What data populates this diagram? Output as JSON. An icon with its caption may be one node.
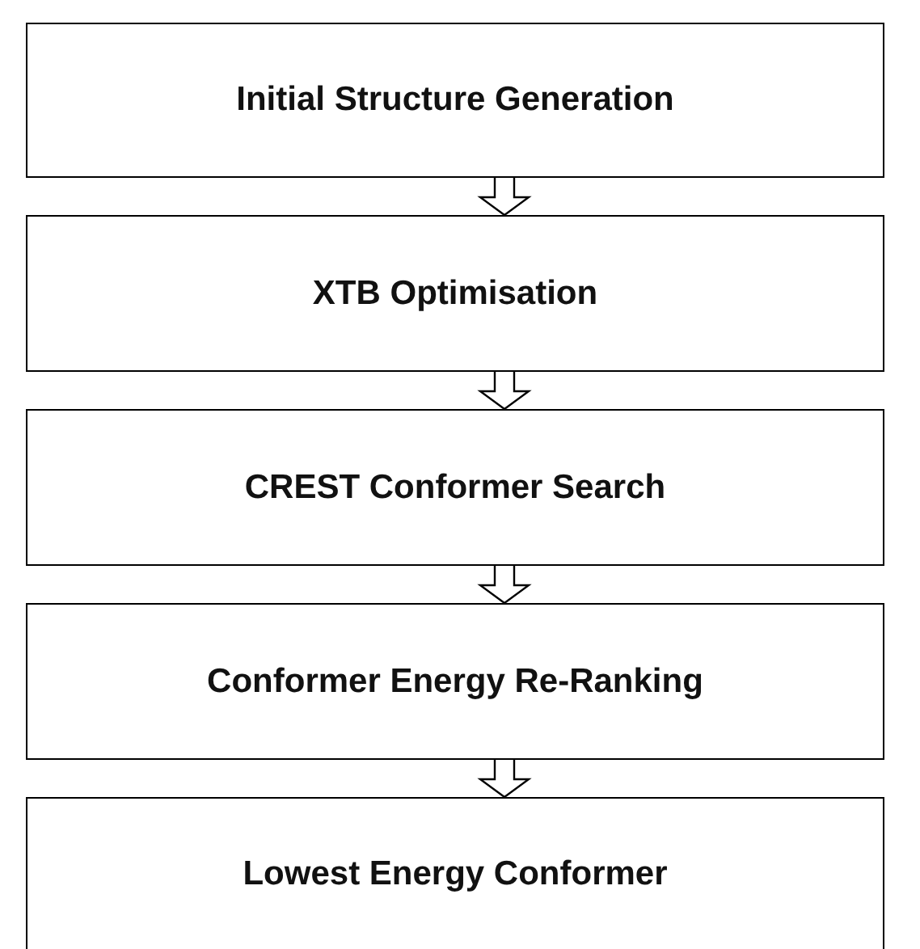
{
  "diagram": {
    "nodes": [
      {
        "text": [
          "Initial Structure Generation"
        ]
      },
      {
        "text": [
          "XTB Optimisation"
        ]
      },
      {
        "text": [
          "CREST Conformer Search"
        ]
      },
      {
        "text": [
          "Conformer Energy Re-Ranking"
        ]
      },
      {
        "text": [
          "Lowest Energy Conformer"
        ]
      }
    ],
    "edges": [
      {
        "from": 0,
        "to": 1,
        "arrow": "to"
      },
      {
        "from": 1,
        "to": 2,
        "arrow": "to"
      },
      {
        "from": 2,
        "to": 3,
        "arrow": "to"
      },
      {
        "from": 3,
        "to": 4,
        "arrow": "to"
      }
    ]
  }
}
